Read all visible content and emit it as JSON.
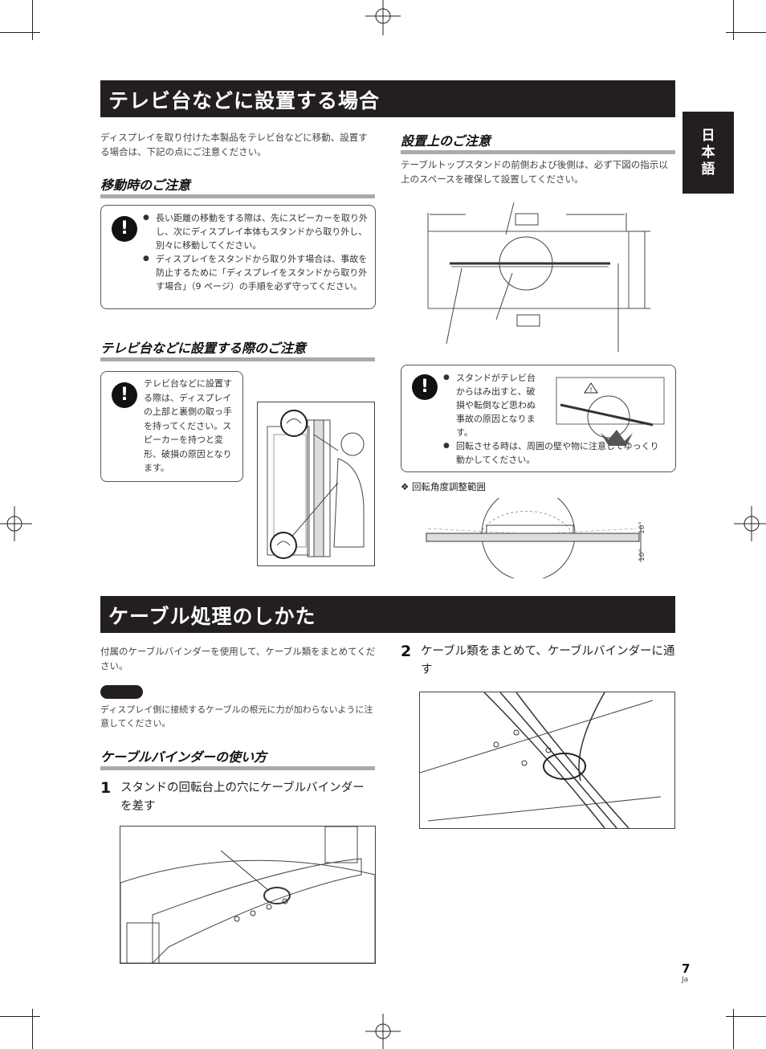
{
  "side_tab": {
    "label": "日本語"
  },
  "section1": {
    "title": "テレビ台などに設置する場合",
    "intro": "ディスプレイを取り付けた本製品をテレビ台などに移動、設置する場合は、下記の点にご注意ください。",
    "moving": {
      "heading": "移動時のご注意",
      "items": [
        "長い距離の移動をする際は、先にスピーカーを取り外し、次にディスプレイ本体もスタンドから取り外し、別々に移動してください。",
        "ディスプレイをスタンドから取り外す場合は、事故を防止するために「ディスプレイをスタンドから取り外す場合」（9 ページ）の手順を必ず守ってください。"
      ]
    },
    "installing": {
      "heading": "テレビ台などに設置する際のご注意",
      "text": "テレビ台などに設置する際は、ディスプレイの上部と裏側の取っ手を持ってください。スピーカーを持つと変形、破損の原因となります。"
    },
    "placement": {
      "heading": "設置上のご注意",
      "text": "テーブルトップスタンドの前側および後側は、必ず下図の指示以上のスペースを確保して設置してください。",
      "caution_items": [
        "スタンドがテレビ台からはみ出すと、破損や転倒など思わぬ事故の原因となります。",
        "回転させる時は、周囲の壁や物に注意してゆっくり動かしてください。"
      ],
      "rotation_label": "❖ 回転角度調整範囲",
      "angle_left": "10°",
      "angle_right": "10°"
    }
  },
  "section2": {
    "title": "ケーブル処理のしかた",
    "intro": "付属のケーブルバインダーを使用して、ケーブル類をまとめてください。",
    "note": "ディスプレイ側に接続するケーブルの根元に力が加わらないように注意してください。",
    "binder_heading": "ケーブルバインダーの使い方",
    "step1_num": "1",
    "step1_text": "スタンドの回転台上の穴にケーブルバインダーを差す",
    "step2_num": "2",
    "step2_text": "ケーブル類をまとめて、ケーブルバインダーに通す"
  },
  "footer": {
    "page_number": "7",
    "lang_code": "Ja"
  }
}
